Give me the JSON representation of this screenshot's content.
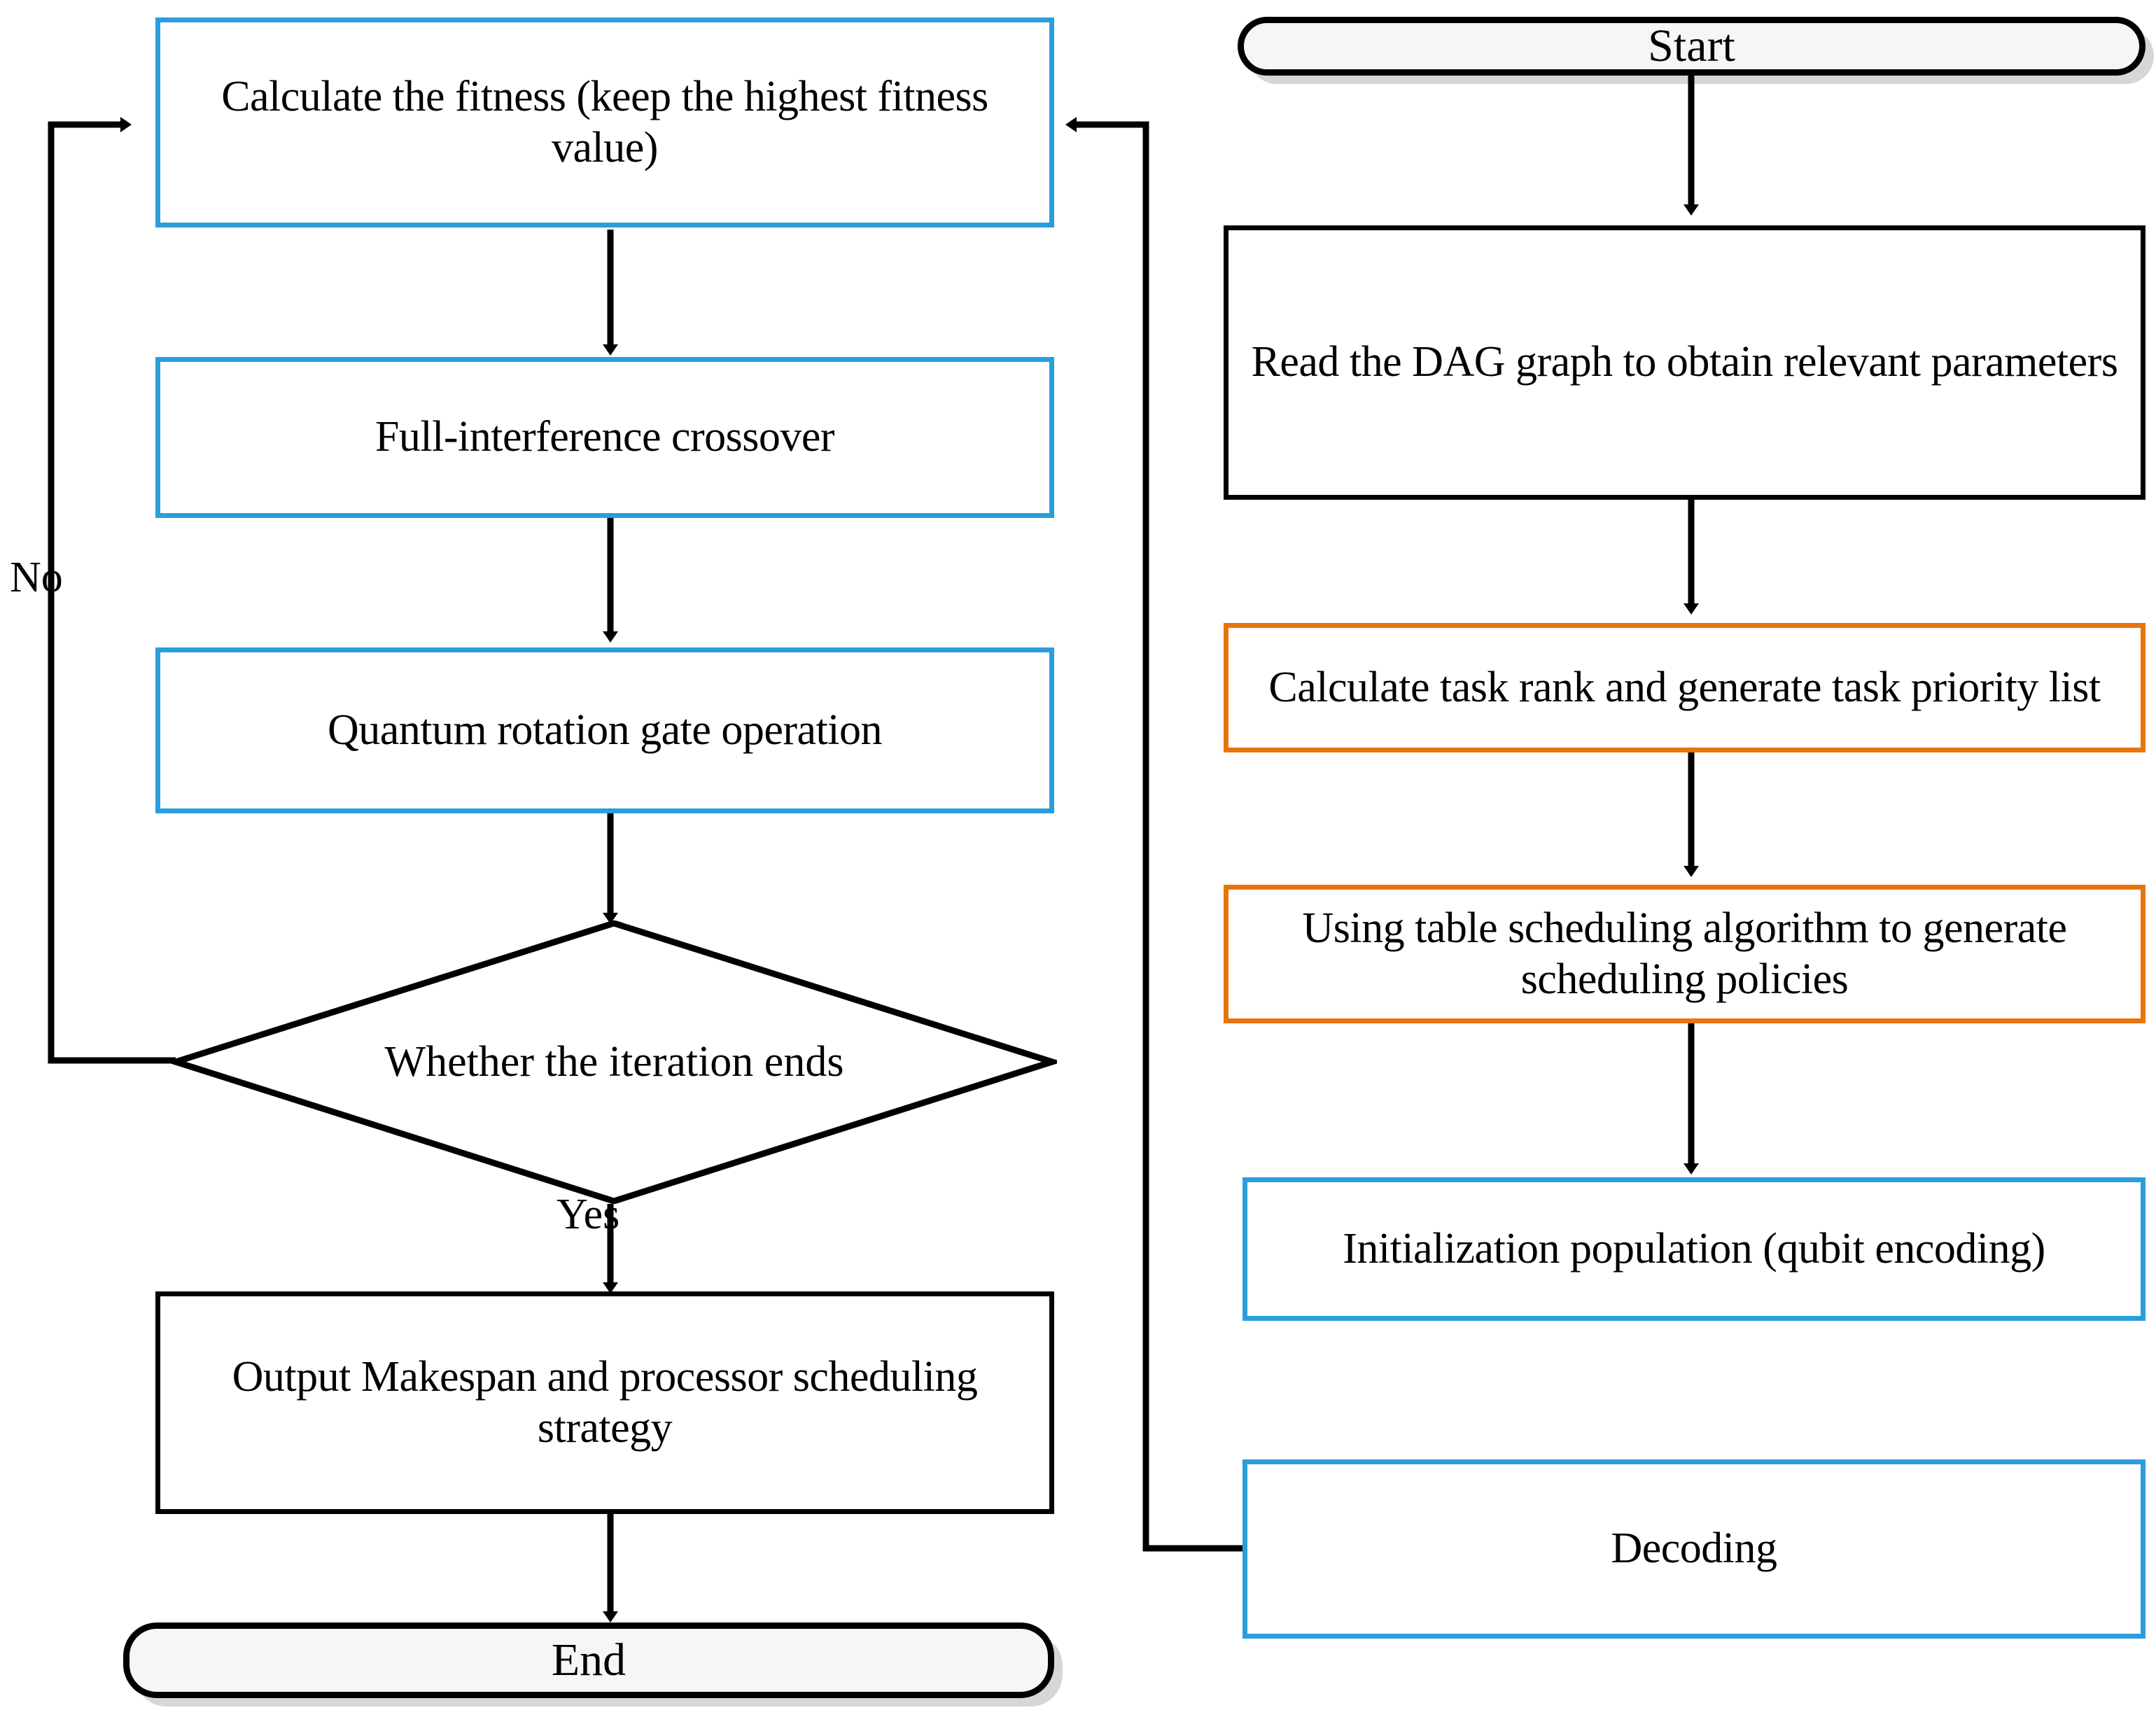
{
  "diagram": {
    "title": "Quantum genetic algorithm DAG task scheduling flowchart",
    "colors": {
      "blue_border": "#2A9EDC",
      "orange_border": "#E8740C",
      "black_border": "#000000",
      "terminator_fill": "#f6f6f6",
      "background": "#ffffff"
    },
    "nodes": {
      "start": {
        "label": "Start",
        "shape": "terminator",
        "border": "black"
      },
      "read_dag": {
        "label": "Read the DAG graph to obtain relevant parameters",
        "shape": "process",
        "border": "black"
      },
      "calc_rank": {
        "label": "Calculate task rank and generate task priority list",
        "shape": "process",
        "border": "orange"
      },
      "table_scheduling": {
        "label": "Using table scheduling algorithm to generate scheduling policies",
        "shape": "process",
        "border": "orange"
      },
      "init_population": {
        "label": "Initialization population (qubit encoding)",
        "shape": "process",
        "border": "blue"
      },
      "decoding": {
        "label": "Decoding",
        "shape": "process",
        "border": "blue"
      },
      "calc_fitness": {
        "label": "Calculate the  fitness (keep the highest fitness value)",
        "shape": "process",
        "border": "blue"
      },
      "crossover": {
        "label": "Full-interference crossover",
        "shape": "process",
        "border": "blue"
      },
      "rotation_gate": {
        "label": "Quantum rotation gate operation",
        "shape": "process",
        "border": "blue"
      },
      "iteration_check": {
        "label": "Whether the iteration ends",
        "shape": "decision",
        "border": "black"
      },
      "output": {
        "label": "Output Makespan and processor scheduling strategy",
        "shape": "process",
        "border": "black"
      },
      "end": {
        "label": "End",
        "shape": "terminator",
        "border": "black"
      }
    },
    "edge_labels": {
      "no": "No",
      "yes": "Yes"
    }
  }
}
